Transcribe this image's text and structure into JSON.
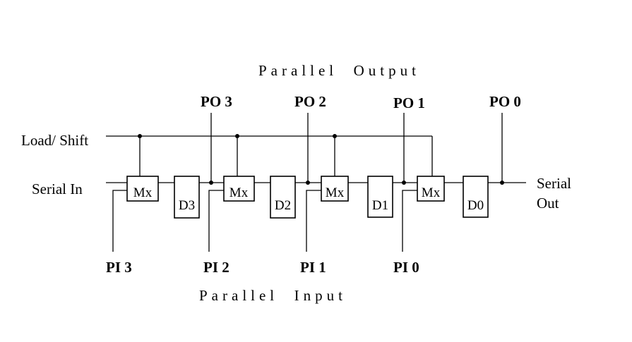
{
  "title_top": "Parallel  Output",
  "title_bottom": "Parallel  Input",
  "labels": {
    "load_shift": "Load/ Shift",
    "serial_in": "Serial In",
    "serial_out_1": "Serial",
    "serial_out_2": "Out"
  },
  "parallel_outputs": [
    "PO 3",
    "PO 2",
    "PO 1",
    "PO 0"
  ],
  "parallel_inputs": [
    "PI 3",
    "PI 2",
    "PI 1",
    "PI 0"
  ],
  "mux_label": "Mx",
  "flipflops": [
    "D3",
    "D2",
    "D1",
    "D0"
  ]
}
